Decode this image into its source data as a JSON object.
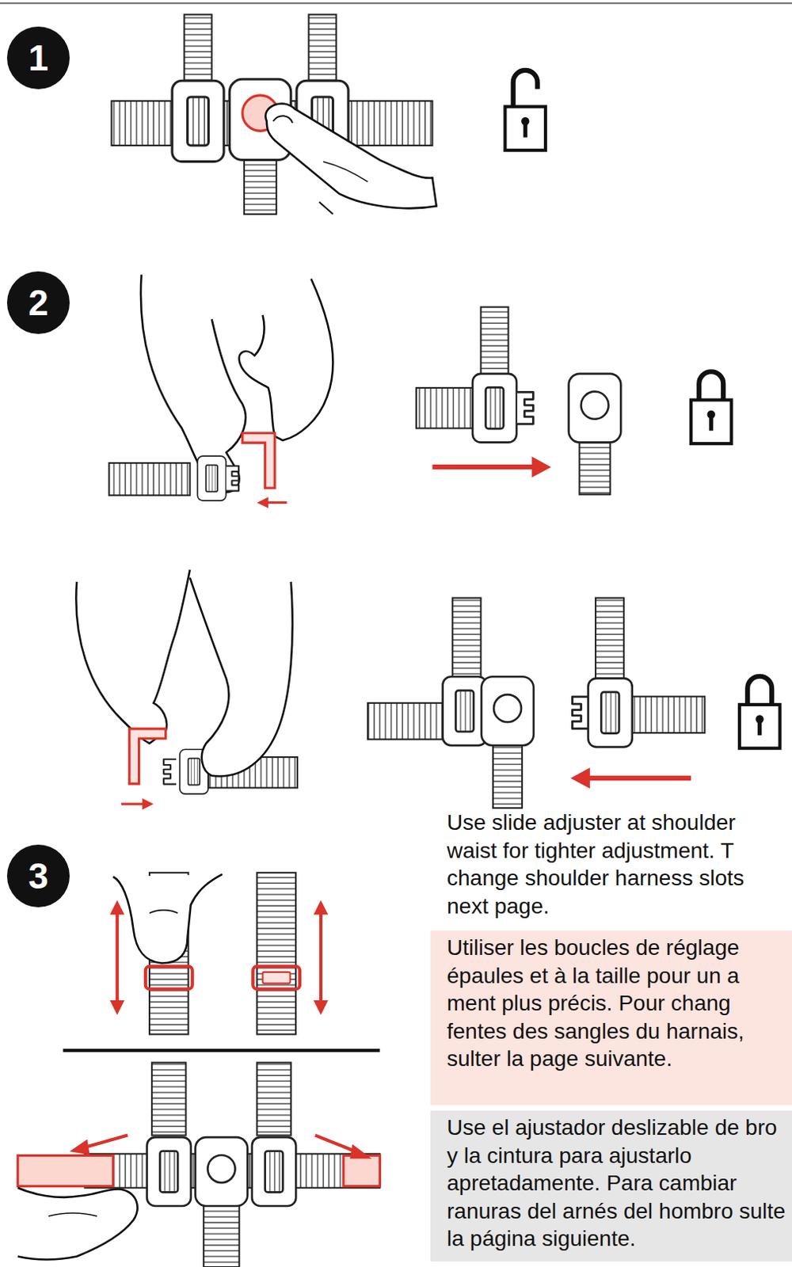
{
  "diagram": {
    "nodes": [
      {
        "text": [
          "1"
        ]
      },
      {
        "text": [
          "2"
        ]
      },
      {
        "text": [
          "3"
        ]
      },
      {
        "text": [
          "Utiliser les boucles de réglage épaules et à la taille pour un a ment plus précis. Pour chang fentes des sangles du harnais, sulter la page suivante."
        ]
      },
      {
        "text": [
          "Use el ajustador deslizable de bro y la cintura para ajustarlo apretadamente. Para cambiar ranuras del arnés del hombro sulte la página siguiente."
        ]
      }
    ],
    "labels": [
      "Use slide adjuster at shoulder waist for tighter adjustment. T change shoulder harness slots next page."
    ]
  }
}
